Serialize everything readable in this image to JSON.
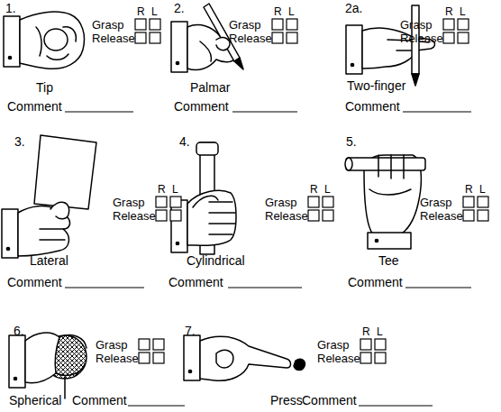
{
  "diagram": {
    "labels": [
      "1.",
      "R",
      "L",
      "Grasp",
      "Release",
      "Tip",
      "Comment",
      "2.",
      "R",
      "L",
      "Grasp",
      "Release",
      "Palmar",
      "Comment",
      "2a.",
      "R",
      "L",
      "Grasp",
      "Release",
      "Two-finger",
      "Comment",
      "3.",
      "R",
      "L",
      "Grasp",
      "Release",
      "Lateral",
      "Comment",
      "4.",
      "R",
      "L",
      "Grasp",
      "Release",
      "Cylindrical",
      "Comment",
      "5.",
      "R",
      "L",
      "Grasp",
      "Release",
      "Tee",
      "Comment",
      "6.",
      "Grasp",
      "Release",
      "Spherical",
      "Comment",
      "7.",
      "R",
      "L",
      "Grasp",
      "Release",
      "Press",
      "Comment"
    ]
  }
}
